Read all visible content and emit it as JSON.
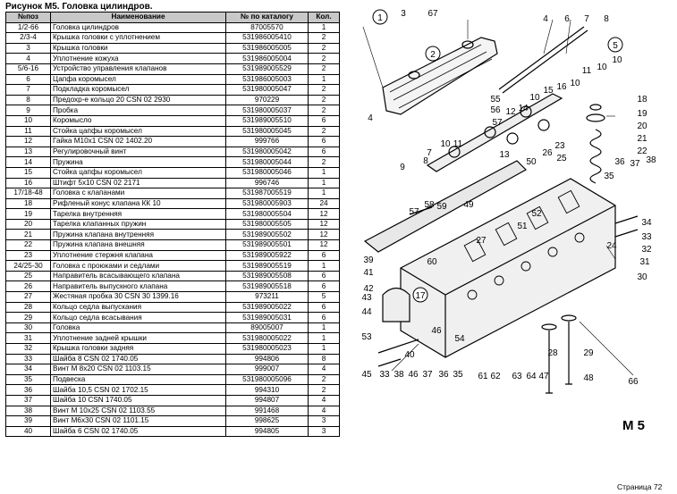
{
  "title": "Рисунок М5.  Головка цилиндров.",
  "table": {
    "headers": [
      "№поз",
      "Наименование",
      "№ по каталогу",
      "Кол."
    ],
    "rows": [
      [
        "1/2-66",
        "Головка цилиндров",
        "87005570",
        "1"
      ],
      [
        "2/3-4",
        "Крышка головки с уплотнением",
        "531986005410",
        "2"
      ],
      [
        "3",
        "Крышка головки",
        "531986005005",
        "2"
      ],
      [
        "4",
        "Уплотнение кожуха",
        "531986005004",
        "2"
      ],
      [
        "5/6-16",
        "Устройство управления клапанов",
        "531989005529",
        "2"
      ],
      [
        "6",
        "Цапфа коромысел",
        "531986005003",
        "1"
      ],
      [
        "7",
        "Подкладка коромысел",
        "531980005047",
        "2"
      ],
      [
        "8",
        "Предохр-е кольцо 20  CSN 02 2930",
        "970229",
        "2"
      ],
      [
        "9",
        "Пробка",
        "531980005037",
        "2"
      ],
      [
        "10",
        "Коромысло",
        "531989005510",
        "6"
      ],
      [
        "11",
        "Стойка цапфы коромысел",
        "531980005045",
        "2"
      ],
      [
        "12",
        "Гайка М10х1  CSN 02 1402.20",
        "999766",
        "6"
      ],
      [
        "13",
        "Регулировочный винт",
        "531980005042",
        "6"
      ],
      [
        "14",
        "Пружина",
        "531980005044",
        "2"
      ],
      [
        "15",
        "Стойка цапфы коромысел",
        "531980005046",
        "1"
      ],
      [
        "16",
        "Штифт 5х10  CSN 02 2171",
        "996746",
        "1"
      ],
      [
        "17/18-48",
        "Головка с клапанами",
        "531987005519",
        "1"
      ],
      [
        "18",
        "Рифленый конус клапана КК 10",
        "531980005903",
        "24"
      ],
      [
        "19",
        "Тарелка внутренняя",
        "531980005504",
        "12"
      ],
      [
        "20",
        "Тарелка клапанных пружин",
        "531980005505",
        "12"
      ],
      [
        "21",
        "Пружина клапана внутренняя",
        "531989005502",
        "12"
      ],
      [
        "22",
        "Пружина клапана внешняя",
        "531989005501",
        "12"
      ],
      [
        "23",
        "Уплотнение стержня клапана",
        "531989005922",
        "6"
      ],
      [
        "24/25-30",
        "Головка с проюками и седлами",
        "531989005519",
        "1"
      ],
      [
        "25",
        "Направитель всасывающего клапана",
        "531989005508",
        "6"
      ],
      [
        "26",
        "Направитель выпускного клапана",
        "531989005518",
        "6"
      ],
      [
        "27",
        "Жестяная пробка 30  CSN 30 1399.16",
        "973211",
        "5"
      ],
      [
        "28",
        "Кольцо седла выпускания",
        "531989005022",
        "6"
      ],
      [
        "29",
        "Кольцо седла всасывания",
        "531989005031",
        "6"
      ],
      [
        "30",
        "Головка",
        "89005007",
        "1"
      ],
      [
        "31",
        "Уплотнение задней крышки",
        "531980005022",
        "1"
      ],
      [
        "32",
        "Крышка головки задняя",
        "531980005023",
        "1"
      ],
      [
        "33",
        "Шайба 8  CSN 02 1740.05",
        "994806",
        "8"
      ],
      [
        "34",
        "Винт М 8х20  CSN 02 1103.15",
        "999007",
        "4"
      ],
      [
        "35",
        "Подвеска",
        "531980005096",
        "2"
      ],
      [
        "36",
        "Шайба 10,5  CSN  02 1702.15",
        "994310",
        "2"
      ],
      [
        "37",
        "Шайба 10  CSN 1740.05",
        "994807",
        "4"
      ],
      [
        "38",
        "Винт М 10х25  CSN 02 1103.55",
        "991468",
        "4"
      ],
      [
        "39",
        "Винт М6х30  CSN 02 1101.15",
        "998625",
        "3"
      ],
      [
        "40",
        "Шайба 6  CSN 02 1740.05",
        "994805",
        "3"
      ]
    ]
  },
  "diagram": {
    "mark": "M 5",
    "callouts": [
      "1",
      "3",
      "67",
      "4",
      "6",
      "7",
      "8",
      "5",
      "2",
      "9",
      "10",
      "11",
      "10",
      "15",
      "16",
      "10",
      "18",
      "19",
      "20",
      "21",
      "22",
      "23",
      "24",
      "25",
      "26",
      "27",
      "28",
      "29",
      "30",
      "31",
      "32",
      "33",
      "34",
      "35",
      "36",
      "37",
      "38",
      "39",
      "40",
      "41",
      "42",
      "43",
      "44",
      "45",
      "47",
      "48",
      "49",
      "50",
      "51",
      "52",
      "53",
      "54",
      "55",
      "56",
      "57",
      "58",
      "59",
      "60",
      "61",
      "62",
      "63",
      "64",
      "66",
      "12",
      "13",
      "14",
      "17"
    ]
  },
  "footer": {
    "page": "Страница 72"
  }
}
